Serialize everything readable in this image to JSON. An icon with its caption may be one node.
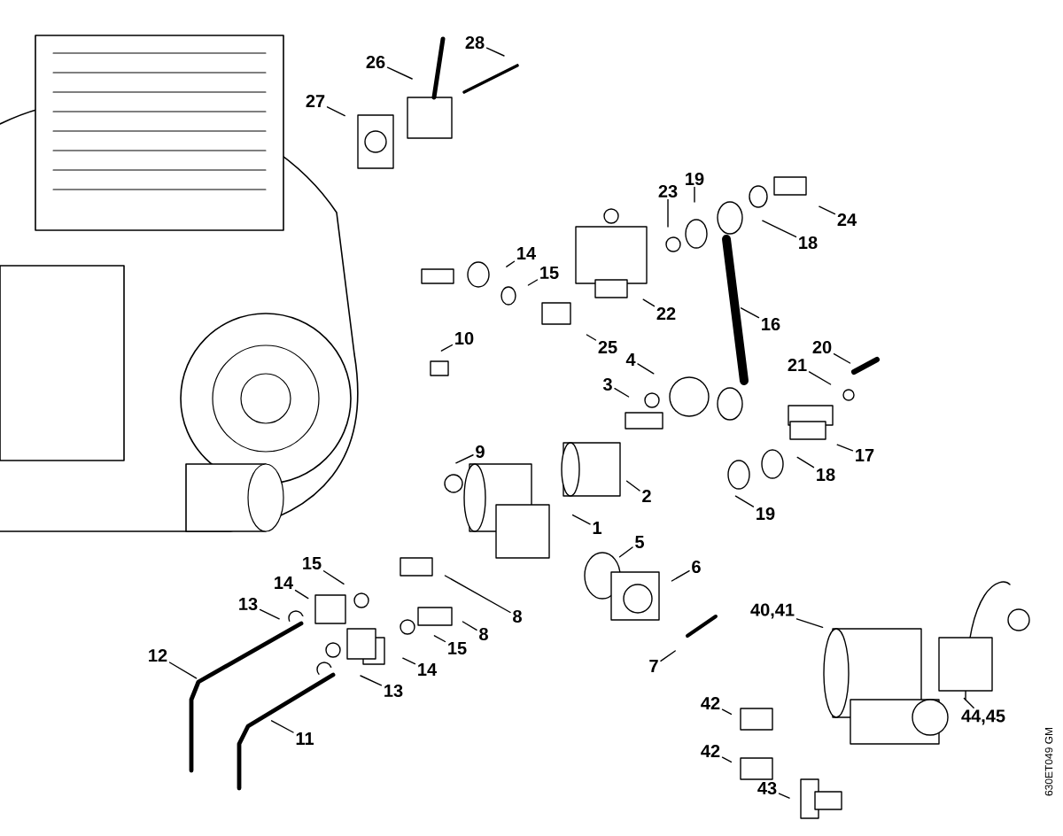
{
  "diagram": {
    "nodes": [
      {
        "text": [
          "28"
        ]
      },
      {
        "text": [
          "26"
        ]
      },
      {
        "text": [
          "27"
        ]
      },
      {
        "text": [
          "19"
        ]
      },
      {
        "text": [
          "23"
        ]
      },
      {
        "text": [
          "24"
        ]
      },
      {
        "text": [
          "18"
        ]
      },
      {
        "text": [
          "14"
        ]
      },
      {
        "text": [
          "15"
        ]
      },
      {
        "text": [
          "22"
        ]
      },
      {
        "text": [
          "16"
        ]
      },
      {
        "text": [
          "10"
        ]
      },
      {
        "text": [
          "25"
        ]
      },
      {
        "text": [
          "20"
        ]
      },
      {
        "text": [
          "4"
        ]
      },
      {
        "text": [
          "21"
        ]
      },
      {
        "text": [
          "3"
        ]
      },
      {
        "text": [
          "9"
        ]
      },
      {
        "text": [
          "17"
        ]
      },
      {
        "text": [
          "18"
        ]
      },
      {
        "text": [
          "2"
        ]
      },
      {
        "text": [
          "19"
        ]
      },
      {
        "text": [
          "1"
        ]
      },
      {
        "text": [
          "5"
        ]
      },
      {
        "text": [
          "15"
        ]
      },
      {
        "text": [
          "6"
        ]
      },
      {
        "text": [
          "14"
        ]
      },
      {
        "text": [
          "13"
        ]
      },
      {
        "text": [
          "40,41"
        ]
      },
      {
        "text": [
          "8"
        ]
      },
      {
        "text": [
          "8"
        ]
      },
      {
        "text": [
          "15"
        ]
      },
      {
        "text": [
          "12"
        ]
      },
      {
        "text": [
          "7"
        ]
      },
      {
        "text": [
          "14"
        ]
      },
      {
        "text": [
          "13"
        ]
      },
      {
        "text": [
          "42"
        ]
      },
      {
        "text": [
          "44,45"
        ]
      },
      {
        "text": [
          "11"
        ]
      },
      {
        "text": [
          "42"
        ]
      },
      {
        "text": [
          "43"
        ]
      }
    ],
    "edges": [
      {
        "from": 0,
        "to": null,
        "arrow": "none"
      },
      {
        "from": 1,
        "to": null,
        "arrow": "none"
      },
      {
        "from": 2,
        "to": null,
        "arrow": "none"
      },
      {
        "from": 3,
        "to": null,
        "arrow": "none"
      },
      {
        "from": 4,
        "to": null,
        "arrow": "none"
      },
      {
        "from": 5,
        "to": null,
        "arrow": "none"
      },
      {
        "from": 6,
        "to": null,
        "arrow": "none"
      },
      {
        "from": 7,
        "to": null,
        "arrow": "none"
      },
      {
        "from": 8,
        "to": null,
        "arrow": "none"
      },
      {
        "from": 9,
        "to": null,
        "arrow": "none"
      },
      {
        "from": 10,
        "to": null,
        "arrow": "none"
      },
      {
        "from": 11,
        "to": null,
        "arrow": "none"
      },
      {
        "from": 12,
        "to": null,
        "arrow": "none"
      },
      {
        "from": 13,
        "to": null,
        "arrow": "none"
      },
      {
        "from": 14,
        "to": null,
        "arrow": "none"
      },
      {
        "from": 15,
        "to": null,
        "arrow": "none"
      },
      {
        "from": 16,
        "to": null,
        "arrow": "none"
      },
      {
        "from": 17,
        "to": null,
        "arrow": "none"
      },
      {
        "from": 18,
        "to": null,
        "arrow": "none"
      },
      {
        "from": 19,
        "to": null,
        "arrow": "none"
      },
      {
        "from": 20,
        "to": null,
        "arrow": "none"
      },
      {
        "from": 21,
        "to": null,
        "arrow": "none"
      },
      {
        "from": 22,
        "to": null,
        "arrow": "none"
      },
      {
        "from": 23,
        "to": null,
        "arrow": "none"
      },
      {
        "from": 24,
        "to": null,
        "arrow": "none"
      },
      {
        "from": 25,
        "to": null,
        "arrow": "none"
      },
      {
        "from": 26,
        "to": null,
        "arrow": "none"
      },
      {
        "from": 27,
        "to": null,
        "arrow": "none"
      },
      {
        "from": 28,
        "to": null,
        "arrow": "none"
      },
      {
        "from": 29,
        "to": null,
        "arrow": "none"
      },
      {
        "from": 30,
        "to": null,
        "arrow": "none"
      },
      {
        "from": 31,
        "to": null,
        "arrow": "none"
      },
      {
        "from": 32,
        "to": null,
        "arrow": "none"
      },
      {
        "from": 33,
        "to": null,
        "arrow": "none"
      },
      {
        "from": 34,
        "to": null,
        "arrow": "none"
      },
      {
        "from": 35,
        "to": null,
        "arrow": "none"
      },
      {
        "from": 36,
        "to": null,
        "arrow": "none"
      },
      {
        "from": 37,
        "to": null,
        "arrow": "none"
      },
      {
        "from": 38,
        "to": null,
        "arrow": "none"
      },
      {
        "from": 39,
        "to": null,
        "arrow": "none"
      },
      {
        "from": 40,
        "to": null,
        "arrow": "none"
      }
    ],
    "labels": [
      "630ET049 GM"
    ]
  }
}
